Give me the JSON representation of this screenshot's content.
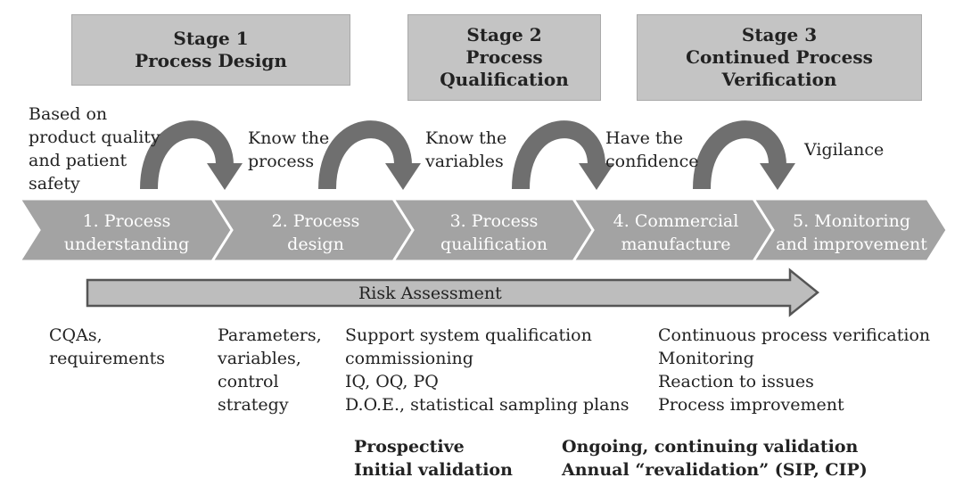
{
  "stages": [
    {
      "title": "Stage 1",
      "lines": [
        "Process Design"
      ]
    },
    {
      "title": "Stage 2",
      "lines": [
        "Process",
        "Qualification"
      ]
    },
    {
      "title": "Stage 3",
      "lines": [
        "Continued Process",
        "Verification"
      ]
    }
  ],
  "transitions": [
    {
      "lines": [
        "Based on",
        "product quality",
        "and patient",
        "safety"
      ]
    },
    {
      "lines": [
        "Know the",
        "process"
      ]
    },
    {
      "lines": [
        "Know the",
        "variables"
      ]
    },
    {
      "lines": [
        "Have the",
        "confidence"
      ]
    },
    {
      "lines": [
        "Vigilance"
      ]
    }
  ],
  "steps": [
    {
      "lines": [
        "1. Process",
        "understanding"
      ]
    },
    {
      "lines": [
        "2. Process",
        "design"
      ]
    },
    {
      "lines": [
        "3. Process",
        "qualification"
      ]
    },
    {
      "lines": [
        "4. Commercial",
        "manufacture"
      ]
    },
    {
      "lines": [
        "5. Monitoring",
        "and improvement"
      ]
    }
  ],
  "risk_label": "Risk Assessment",
  "details": [
    {
      "lines": [
        "CQAs,",
        "requirements"
      ]
    },
    {
      "lines": [
        "Parameters,",
        "variables,",
        "control",
        "strategy"
      ]
    },
    {
      "lines": [
        "Support system qualification",
        "commissioning",
        "IQ, OQ, PQ",
        "D.O.E., statistical sampling plans"
      ]
    },
    {
      "lines": [
        "Continuous process verification",
        "Monitoring",
        "Reaction to issues",
        "Process improvement"
      ]
    }
  ],
  "validation_notes": [
    {
      "lines": [
        "Prospective",
        "Initial validation"
      ]
    },
    {
      "lines": [
        "Ongoing, continuing validation",
        "Annual “revalidation” (SIP, CIP)"
      ]
    }
  ],
  "colors": {
    "stage_box": "#c4c4c4",
    "chevron": "#a3a3a3",
    "curved_arrow": "#6f6f6f",
    "risk_arrow": "#bdbdbd",
    "risk_arrow_border": "#555555"
  }
}
